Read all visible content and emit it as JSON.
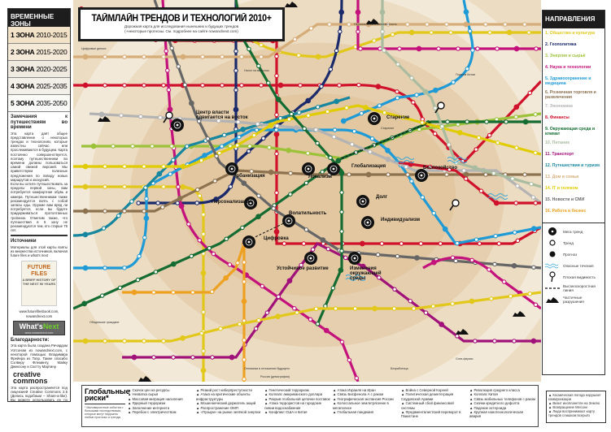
{
  "title": {
    "main": "ТАЙМЛАЙН ТРЕНДОВ И ТЕХНОЛОГИЙ 2010+",
    "sub1": "Дорожная карта для исследования нынешних и будущих трендов",
    "sub2": "(+некоторые прогнозы. См. подробнее на сайте nowandnext.com)"
  },
  "zones": {
    "header": "ВРЕМЕННЫЕ ЗОНЫ",
    "items": [
      {
        "name": "1 ЗОНА",
        "years": "2010-2015",
        "color": "#f1e2c8"
      },
      {
        "name": "2 ЗОНА",
        "years": "2015-2020",
        "color": "#f5ead8"
      },
      {
        "name": "3 ЗОНА",
        "years": "2020-2025",
        "color": "#f0ebe0"
      },
      {
        "name": "4 ЗОНА",
        "years": "2025-2035",
        "color": "#f3f0ea"
      },
      {
        "name": "5 ЗОНА",
        "years": "2035-2050",
        "color": "#fafaf7"
      }
    ]
  },
  "notes": {
    "title": "Замечания к путешествиям во времени",
    "p1": "Эта карта даёт общее представление о некоторых трендах и технологиях, которые известны сейчас или прослеживаются в будущем. Карта постоянно совершенствуется, поэтому путешественники во времени должны пользоваться самой свежей версией. Мы приветствуем полезные предложения по поводу новых маршрутов и экскурсий.",
    "p2": "Если вы хотите путешествовать за пределы первой зоны, вам потребуется комфортная обувь и камера. Путешественникам также рекомендуется взять с собой запасы еды. Оружие вам вряд ли потребуется, если вы будете придерживаться протоптанных тропинок. Отметим также, что путешествия в 5 зону не рекомендуются тем, кто старше 75 лет.",
    "sources_title": "Источники",
    "sources": "Материалы для этой карты взяты из множества источников, включая future files и what's next",
    "book_title": "FUTURE FILES",
    "book_sub": "A BRIEF HISTORY OF THE NEXT 50 YEARS",
    "sites": "www.futurefilesbook.com, nowandnext.com",
    "logo_a": "What's",
    "logo_b": "Next",
    "logo_url": "www.nowandnext.com",
    "thanks_title": "Благодарности:",
    "thanks": "Эта карта была создана Ричардом Уотсоном из nowandnext.com, с некоторой помощью Владимира Фрейера из Tonp. Также спасибо Сэлверу Флемингу, Майку Джексону и Скотту Мартину.",
    "cc": "creative commons",
    "license": "Эта карта распространяется под лицензией Creative Commons 2.5 (Делись подобным – Share-a-like). Вы можете использовать ее по своему усмотрению при условии ссылки на первоисточник."
  },
  "directions": {
    "header": "НАПРАВЛЕНИЯ",
    "items": [
      {
        "label": "1. Общество и культура",
        "color": "#e2c81a"
      },
      {
        "label": "2. Геополитика",
        "color": "#1b2a6b"
      },
      {
        "label": "3. Энергия и сырьё",
        "color": "#9cc23a"
      },
      {
        "label": "4. Наука и технологии",
        "color": "#c4127c"
      },
      {
        "label": "5. Здравоохранение и медицина",
        "color": "#1e9ad6"
      },
      {
        "label": "6. Розничная торговля и развлечения",
        "color": "#8d7250"
      },
      {
        "label": "7. Экономика",
        "color": "#b3b3b3"
      },
      {
        "label": "8. Финансы",
        "color": "#d0112b"
      },
      {
        "label": "9. Окружающая среда и климат",
        "color": "#146c32"
      },
      {
        "label": "10. Питание",
        "color": "#a9bca0"
      },
      {
        "label": "11. Транспорт",
        "color": "#a0127a"
      },
      {
        "label": "12. Путешествия и туризм",
        "color": "#16879e"
      },
      {
        "label": "13. Дом и семья",
        "color": "#d6ad78"
      },
      {
        "label": "14. IT и телеком",
        "color": "#e0cc00"
      },
      {
        "label": "15. Новости и СМИ",
        "color": "#666666"
      },
      {
        "label": "16. Работа и бизнес",
        "color": "#eea020"
      }
    ]
  },
  "legend": {
    "mega": "Мега тренд",
    "trend": "Тренд",
    "forecast": "Прогноз",
    "currents": "Опасные течения",
    "visibility": "Плохая видимость",
    "highspeed": "Высокоскоростная линия",
    "ruins": "Частичные разрушения"
  },
  "extra_risks": [
    "Космическая погода нарушает коммуникации",
    "Визит инопланетян на Землю",
    "Возвращение Мессии",
    "Люди воспринимают карту трендов слишком всерьёз"
  ],
  "risks": {
    "title": "Глобальные риски*",
    "footnote": "* Маловероятные события с большими последствиями, которые могут нарушить любые прогнозы и тренды",
    "columns": [
      [
        "Скачок цен на ресурсы",
        "Нехватка сырья",
        "Массовая миграция населения",
        "Ядерный терроризм",
        "Заполнение интернета",
        "Перебои с электричеством"
      ],
      [
        "Резкий рост киберпреступности",
        "Атака на критические объекты инфраструктуры",
        "Мошеннический держатель акций",
        "Распространение ОМП",
        "«Пузыри» на рынке зелёной энергии"
      ],
      [
        "Генетический терроризм",
        "Коллапс американского доллара",
        "Разрыв глобальной цепочки поставок",
        "Атака террористов на городские линии водоснабжения",
        "Конфликт США и Китая"
      ],
      [
        "Атака Израиля на Иран",
        "Связь Бисфенола А с раком",
        "Географическая экспансия России",
        "Колоссальное землетрясение в мегаполисе",
        "Глобальная пандемия"
      ],
      [
        "Война с Северной Кореей",
        "Политическая дезинтеграция Саудовской Аравии",
        "Системный сбой финансовой системы",
        "Фундаменталистский переворот в Пакистане"
      ],
      [
        "Революция среднего класса",
        "Коллапс Китая",
        "Связь мобильных телефонов с раком",
        "Скачки кредитного дефолта",
        "Падение астероида",
        "Крупная нанотехнологическая авария"
      ]
    ]
  },
  "megatrends": [
    "Центр власти сдвигается на восток",
    "Старение",
    "Урбанизация",
    "Локализм",
    "Глобализация",
    "Беспокойство",
    "Долг",
    "Индивидуализм",
    "Персонализация",
    "Волатильность",
    "Цифровка",
    "Устойчивое развитие",
    "Изменения окружающей среды"
  ],
  "stations": [
    "Персональная ответственность",
    "Налог на выбросы",
    "Старение",
    "Подъём Китая",
    "Цифровые деньги",
    "Россия (демография)",
    "Оптимизм в отношении будущего",
    "Безработица",
    "Сити-фермы",
    "Обидевшие граждане"
  ]
}
